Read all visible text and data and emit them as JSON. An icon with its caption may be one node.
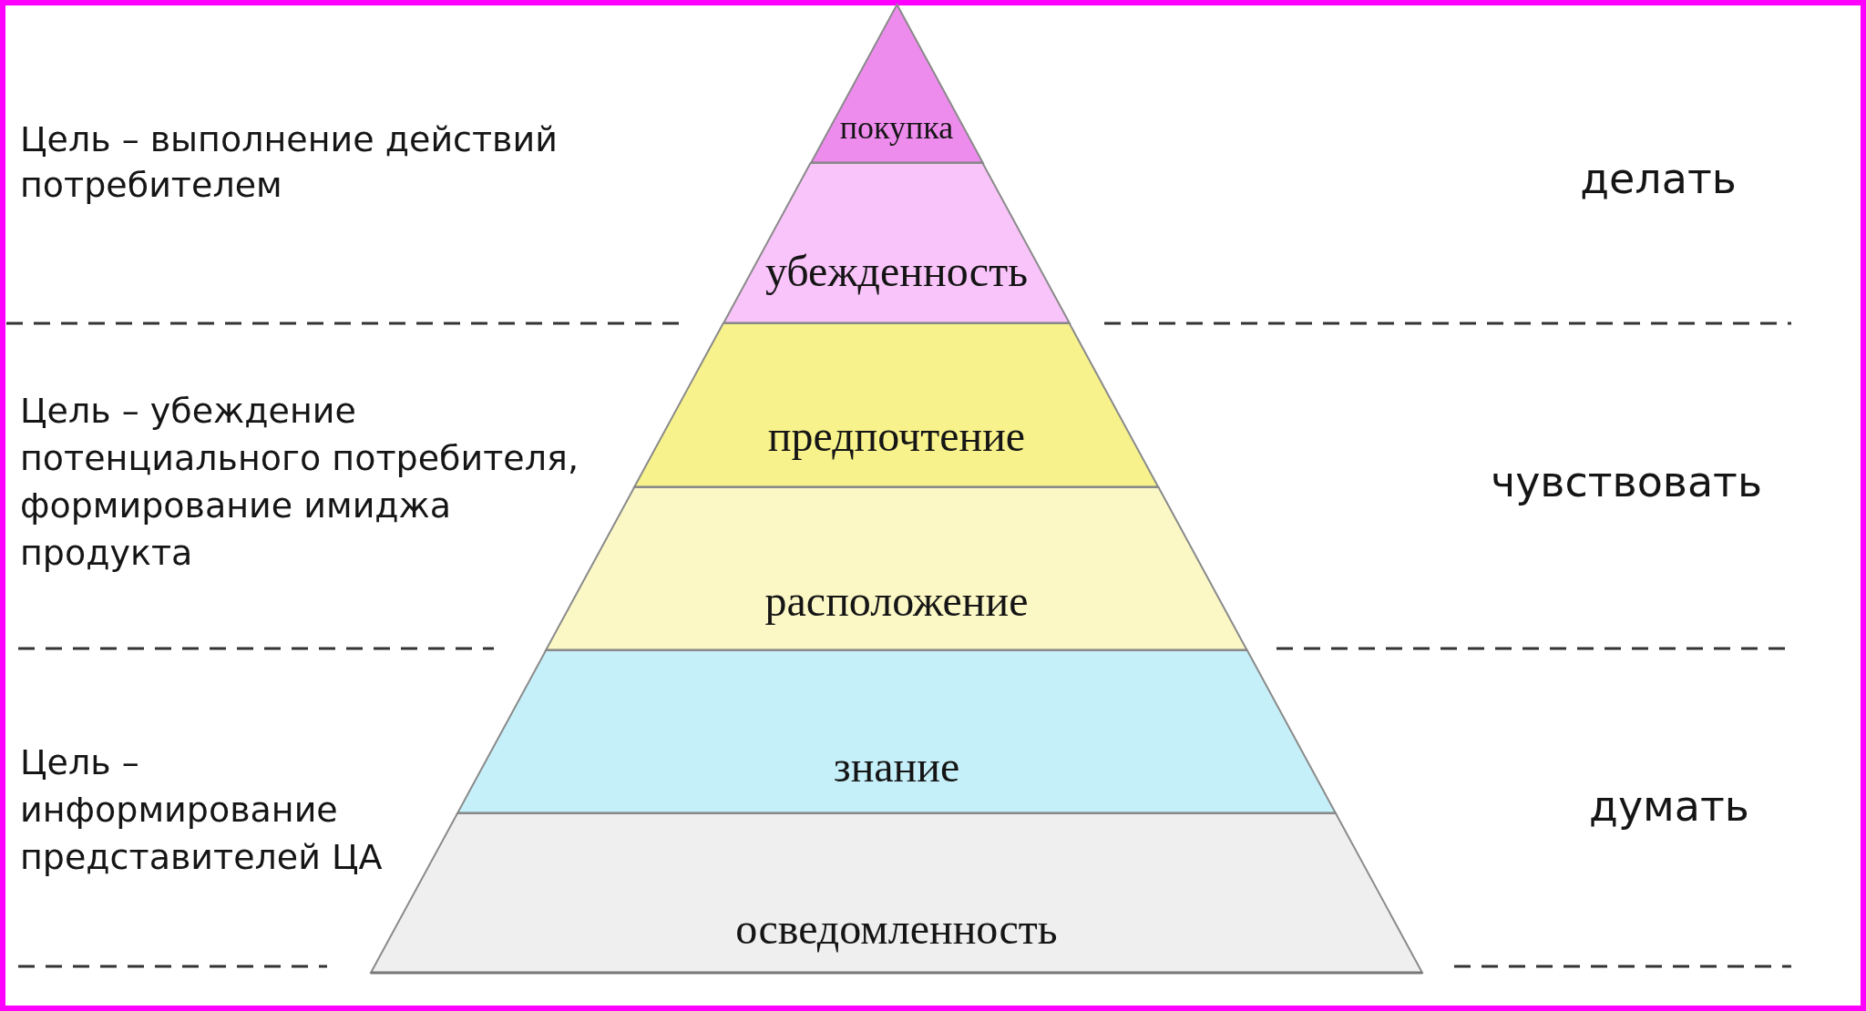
{
  "diagram": {
    "nodes": [
      {
        "text": [
          "покупка"
        ]
      },
      {
        "text": [
          "убежденность"
        ]
      },
      {
        "text": [
          "предпочтение"
        ]
      },
      {
        "text": [
          "расположение"
        ]
      },
      {
        "text": [
          "знание"
        ]
      },
      {
        "text": [
          "осведомленность"
        ]
      }
    ],
    "labels": [
      "Цель – выполнение действий потребителем",
      "делать",
      "Цель – убеждение потенциального потребителя, формирование имиджа продукта",
      "чувствовать",
      "Цель – информирование представителей ЦА",
      "думать"
    ]
  }
}
